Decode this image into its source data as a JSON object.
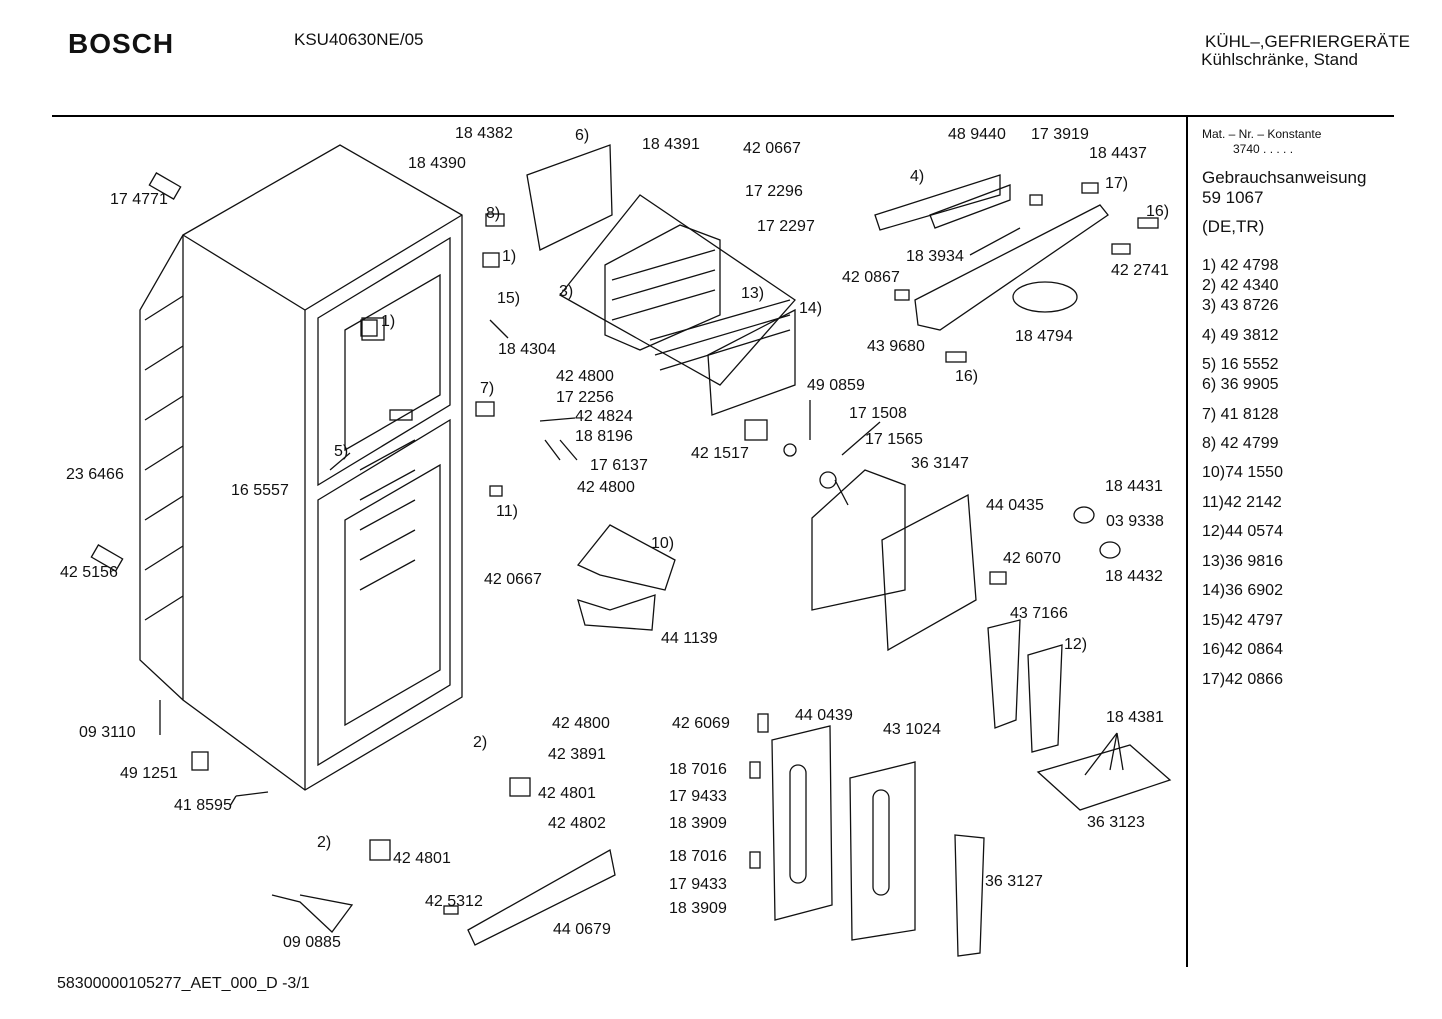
{
  "header": {
    "brand": "BOSCH",
    "model": "KSU40630NE/05",
    "category_line1": "KÜHL–,GEFRIERGERÄTE",
    "category_line2": "Kühlschränke, Stand"
  },
  "footer": {
    "doc_code": "58300000105277_AET_000_D -3/1"
  },
  "sidebar": {
    "const_label": "Mat. – Nr. – Konstante",
    "const_value": "3740  .  .  .  .  .",
    "manual_label": "Gebrauchsanweisung",
    "manual_number": "59 1067",
    "manual_lang": "(DE,TR)",
    "refs": [
      "1) 42 4798",
      "2) 42 4340",
      "3) 43 8726",
      "4) 49 3812",
      "5) 16 5552",
      "6) 36 9905",
      "7) 41 8128",
      "8) 42 4799",
      "10)74 1550",
      "11)42 2142",
      "12)44 0574",
      "13)36 9816",
      "14)36 6902",
      "15)42 4797",
      "16)42 0864",
      "17)42 0866"
    ]
  },
  "labels": [
    "17 4771",
    "18 4382",
    "6)",
    "18 4390",
    "8)",
    "1)",
    "15)",
    "18 4304",
    "1)",
    "3)",
    "7)",
    "18 4391",
    "42 0667",
    "17 2296",
    "17 2297",
    "13)",
    "14)",
    "48 9440",
    "17 3919",
    "18 4437",
    "4)",
    "17)",
    "16)",
    "18 3934",
    "42 0867",
    "42 2741",
    "43 9680",
    "16)",
    "18 4794",
    "42 4800",
    "17 2256",
    "42 4824",
    "18 8196",
    "17 6137",
    "42 4800",
    "11)",
    "49 0859",
    "17 1508",
    "42 1517",
    "17 1565",
    "36 3147",
    "23 6466",
    "5)",
    "16 5557",
    "42 5156",
    "10)",
    "42 0667",
    "44 1139",
    "44 0435",
    "18 4431",
    "03 9338",
    "42 6070",
    "18 4432",
    "43 7166",
    "12)",
    "18 4381",
    "36 3123",
    "09 3110",
    "49 1251",
    "41 8595",
    "2)",
    "2)",
    "09 0885",
    "42 4800",
    "42 3891",
    "42 4801",
    "42 4802",
    "42 4801",
    "42 5312",
    "44 0679",
    "42 6069",
    "44 0439",
    "43 1024",
    "18 7016",
    "17 9433",
    "18 3909",
    "18 7016",
    "17 9433",
    "18 3909",
    "36 3127"
  ]
}
